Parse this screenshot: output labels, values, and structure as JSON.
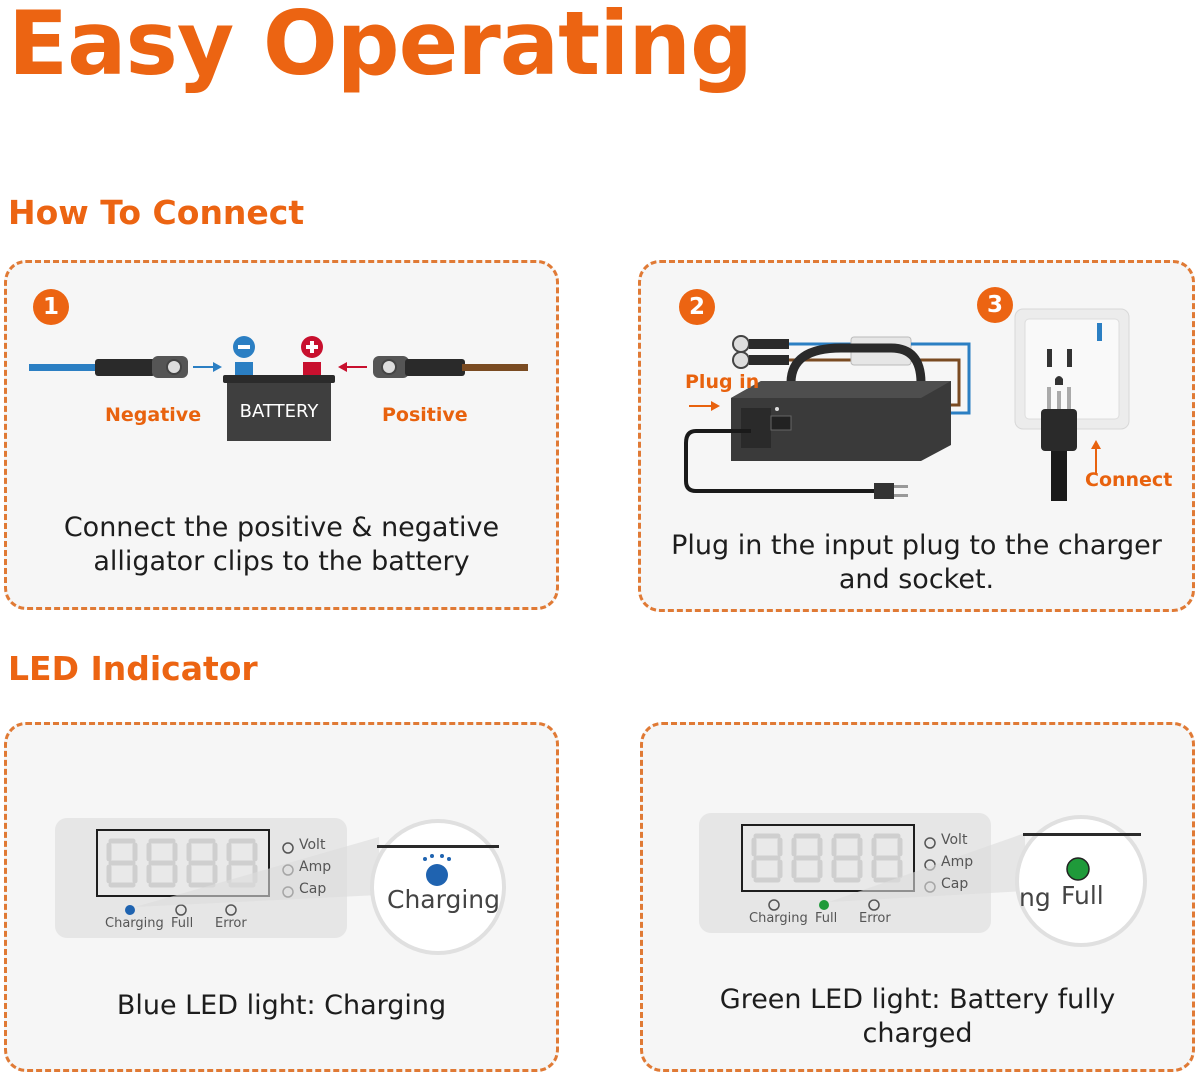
{
  "title": "Easy Operating",
  "connect": {
    "heading": "How To Connect",
    "step1": {
      "number": "1",
      "battery_label": "BATTERY",
      "negative_label": "Negative",
      "positive_label": "Positive",
      "caption_line1": "Connect the positive & negative",
      "caption_line2": "alligator clips to the battery"
    },
    "step2": {
      "number2": "2",
      "number3": "3",
      "plug_in_label": "Plug in",
      "connect_label": "Connect",
      "caption_line1": "Plug in the input plug to the charger",
      "caption_line2": "and socket."
    }
  },
  "led": {
    "heading": "LED Indicator",
    "panel_labels": {
      "volt": "Volt",
      "amp": "Amp",
      "cap": "Cap",
      "charging": "Charging",
      "full": "Full",
      "error": "Error"
    },
    "blue": {
      "zoom_label": "Charging",
      "caption": "Blue LED light: Charging",
      "color": "#1f63b0"
    },
    "green": {
      "zoom_label": "Full",
      "zoom_partial": "ng",
      "caption_line1": "Green LED light: Battery fully",
      "caption_line2": "charged",
      "color": "#1f9a3a"
    }
  },
  "colors": {
    "accent": "#ec6412",
    "negative_blue": "#2b7fc3",
    "positive_red": "#c8102e"
  }
}
